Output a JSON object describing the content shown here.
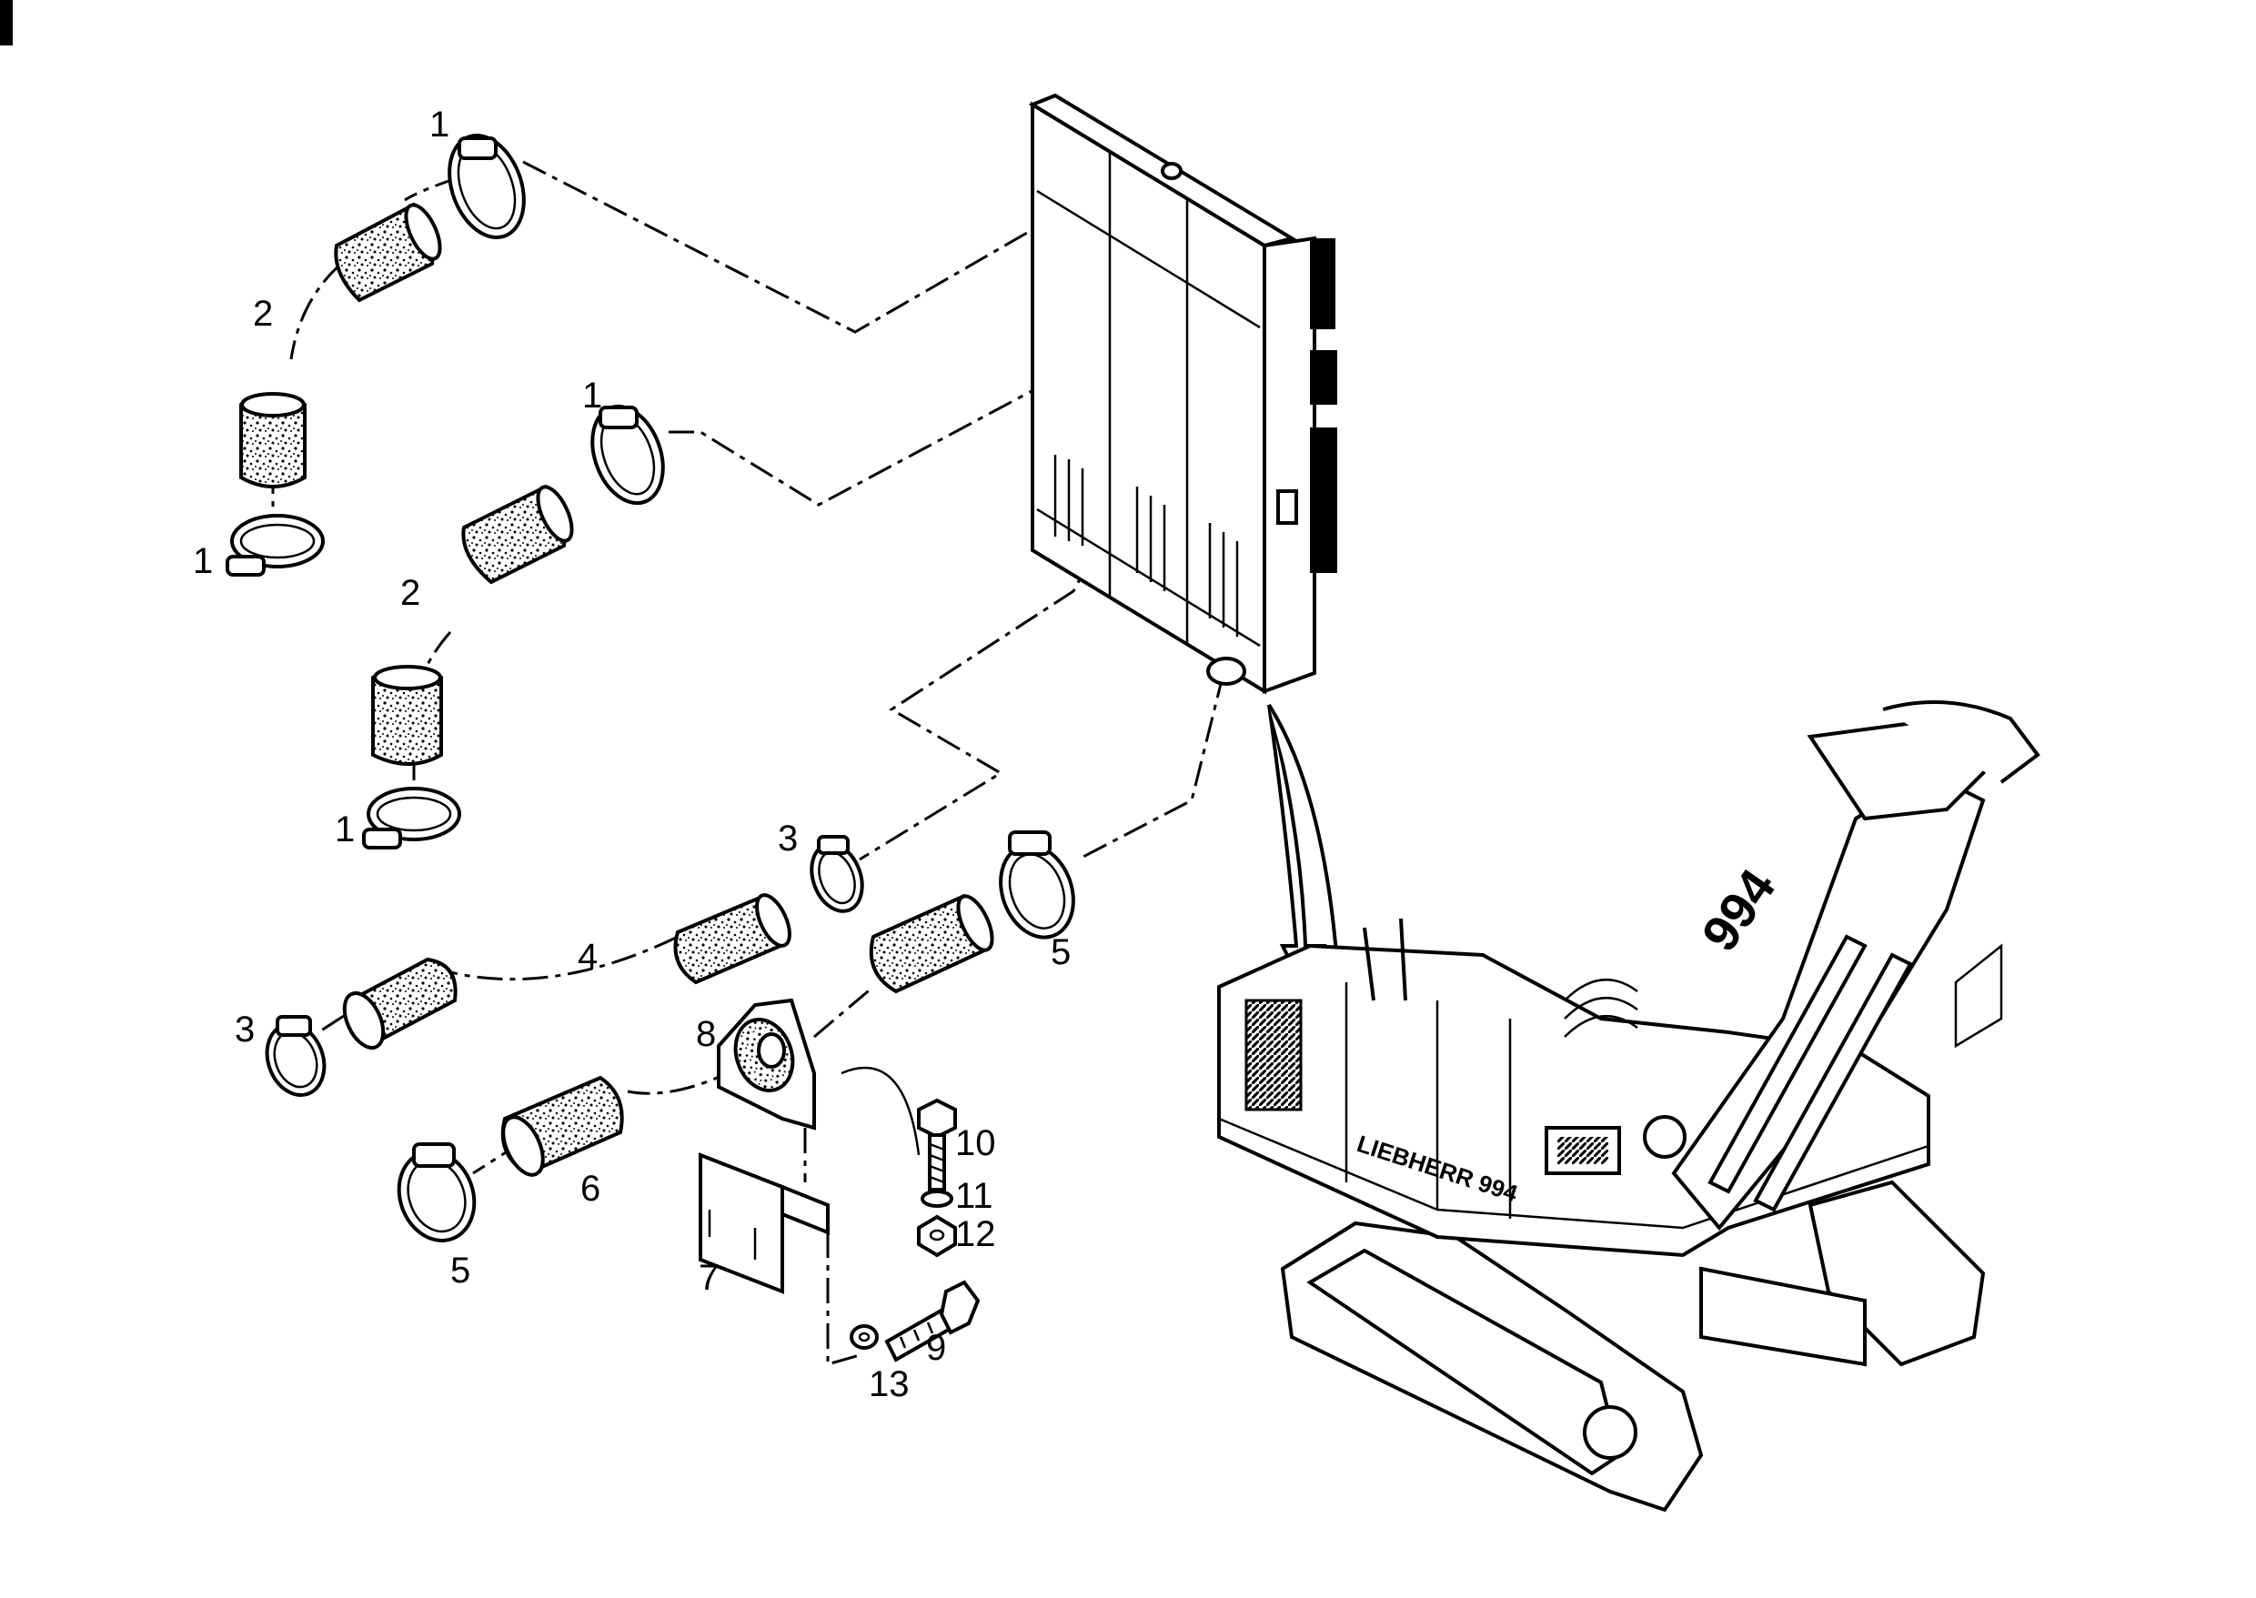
{
  "callouts": [
    {
      "id": "c1a",
      "text": "1"
    },
    {
      "id": "c2a",
      "text": "2"
    },
    {
      "id": "c1b",
      "text": "1"
    },
    {
      "id": "c1c",
      "text": "1"
    },
    {
      "id": "c2b",
      "text": "2"
    },
    {
      "id": "c1d",
      "text": "1"
    },
    {
      "id": "c3a",
      "text": "3"
    },
    {
      "id": "c4",
      "text": "4"
    },
    {
      "id": "c5a",
      "text": "5"
    },
    {
      "id": "c3b",
      "text": "3"
    },
    {
      "id": "c8",
      "text": "8"
    },
    {
      "id": "c6",
      "text": "6"
    },
    {
      "id": "c5b",
      "text": "5"
    },
    {
      "id": "c7",
      "text": "7"
    },
    {
      "id": "c10",
      "text": "10"
    },
    {
      "id": "c11",
      "text": "11"
    },
    {
      "id": "c12",
      "text": "12"
    },
    {
      "id": "c9",
      "text": "9"
    },
    {
      "id": "c13",
      "text": "13"
    }
  ],
  "machine": {
    "brand_label": "LIEBHERR 994",
    "boom_label": "994"
  },
  "colors": {
    "ink": "#000000",
    "paper": "#ffffff"
  }
}
